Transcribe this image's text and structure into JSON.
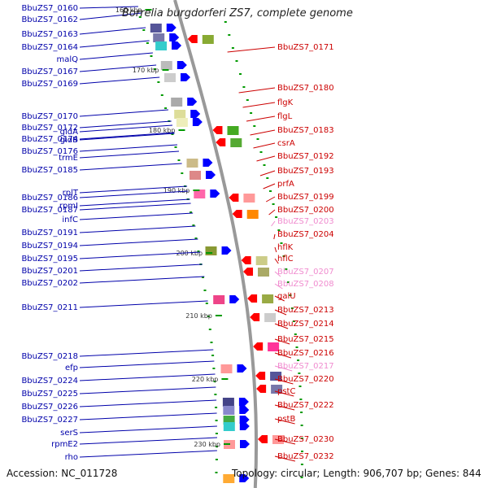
{
  "title": "Borrelia burgdorferi ZS7, complete genome",
  "accession": "Accession: NC_011728",
  "summary": "Topology: circular; Length: 906,707 bp; Genes: 844",
  "colors": {
    "left_label": "#0000aa",
    "right_label": "#cc0000",
    "right_label_faint": "#f08ccf",
    "backbone": "#999999",
    "tick": "#009900",
    "fwd_arrow": "#0000ff",
    "rev_arrow": "#ff0000"
  },
  "ticks": [
    "160 kbp",
    "170 kbp",
    "180 kbp",
    "190 kbp",
    "200 kbp",
    "210 kbp",
    "220 kbp",
    "230 kbp"
  ],
  "left_labels": [
    "BbuZS7_0160",
    "BbuZS7_0162",
    "BbuZS7_0163",
    "BbuZS7_0164",
    "malQ",
    "BbuZS7_0167",
    "BbuZS7_0169",
    "BbuZS7_0170",
    "BbuZS7_0172",
    "BbuZS7_0174",
    "BbuZS7_0176",
    "gidB",
    "gidA",
    "trmE",
    "BbuZS7_0185",
    "BbuZS7_0186",
    "BbuZS7_0187",
    "rplT",
    "rpmI",
    "infC",
    "BbuZS7_0191",
    "BbuZS7_0194",
    "BbuZS7_0195",
    "BbuZS7_0201",
    "BbuZS7_0202",
    "BbuZS7_0211",
    "BbuZS7_0218",
    "efp",
    "BbuZS7_0224",
    "BbuZS7_0225",
    "BbuZS7_0226",
    "BbuZS7_0227",
    "serS",
    "rpmE2",
    "rho"
  ],
  "right_labels": [
    "BbuZS7_0171",
    "BbuZS7_0180",
    "flgK",
    "flgL",
    "BbuZS7_0183",
    "csrA",
    "BbuZS7_0192",
    "BbuZS7_0193",
    "prfA",
    "BbuZS7_0199",
    "BbuZS7_0200",
    "BbuZS7_0203",
    "BbuZS7_0204",
    "hflK",
    "hflC",
    "BbuZS7_0207",
    "BbuZS7_0208",
    "galU",
    "BbuZS7_0213",
    "BbuZS7_0214",
    "BbuZS7_0215",
    "BbuZS7_0216",
    "BbuZS7_0217",
    "BbuZS7_0220",
    "pstC",
    "BbuZS7_0222",
    "pstB",
    "BbuZS7_0230",
    "BbuZS7_0232"
  ],
  "faint_right_labels": [
    "BbuZS7_0203",
    "BbuZS7_0207",
    "BbuZS7_0208",
    "BbuZS7_0217"
  ]
}
